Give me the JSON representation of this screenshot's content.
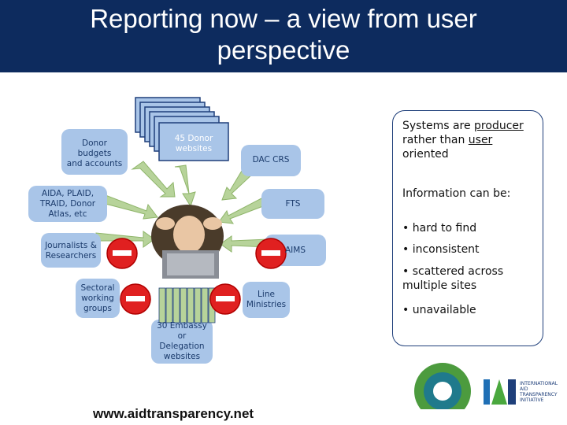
{
  "slide": {
    "title_line1": "Reporting now – a view from user",
    "title_line2": "perspective",
    "url": "www.aidtransparency.net"
  },
  "nodes": {
    "donor_budgets": [
      "Donor",
      "budgets",
      "and accounts"
    ],
    "donor_websites": [
      "45 Donor",
      "websites"
    ],
    "dac_crs": "DAC CRS",
    "aida": [
      "AIDA, PLAID,",
      "TRAID, Donor",
      "Atlas, etc"
    ],
    "fts": "FTS",
    "journalists": [
      "Journalists &",
      "Researchers"
    ],
    "aims": "AIMS",
    "sectoral": [
      "Sectoral",
      "working",
      "groups"
    ],
    "line_ministries": [
      "Line",
      "Ministries"
    ],
    "embassy": [
      "30 Embassy",
      "or",
      "Delegation",
      "websites"
    ]
  },
  "panel": {
    "intro_a": "Systems are ",
    "intro_producer": "producer",
    "intro_b": "rather than ",
    "intro_user": "user",
    "intro_c": "oriented",
    "info_heading": "Information can be:",
    "bullets": [
      "• hard to find",
      "• inconsistent",
      "• scattered across multiple sites",
      "• unavailable"
    ]
  },
  "colors": {
    "header_bg": "#0d2b5e",
    "box_blue": "#a9c5e8",
    "box_dark": "#1f3f7a",
    "arrow_green": "#b7d39a",
    "stop_red": "#e02020"
  },
  "icons": [
    "stop-sign-icon",
    "stressed-user-illustration",
    "aid-logo",
    "iati-logo"
  ],
  "logo_text": [
    "INTERNATIONAL",
    "AID",
    "TRANSPARENCY",
    "INITIATIVE"
  ]
}
